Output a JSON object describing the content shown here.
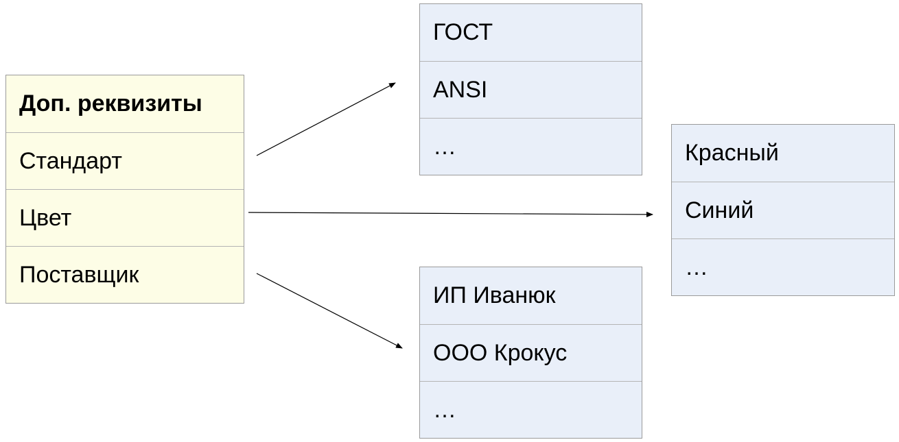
{
  "main_table": {
    "header": "Доп. реквизиты",
    "rows": [
      "Стандарт",
      "Цвет",
      "Поставщик"
    ]
  },
  "standard_values": [
    "ГОСТ",
    "ANSI",
    "…"
  ],
  "color_values": [
    "Красный",
    "Синий",
    "…"
  ],
  "supplier_values": [
    "ИП Иванюк",
    "ООО Крокус",
    "…"
  ],
  "colors": {
    "main_fill": "#fdfde6",
    "values_fill": "#e9eff9",
    "border": "#9a9a9a",
    "arrow": "#000000"
  }
}
